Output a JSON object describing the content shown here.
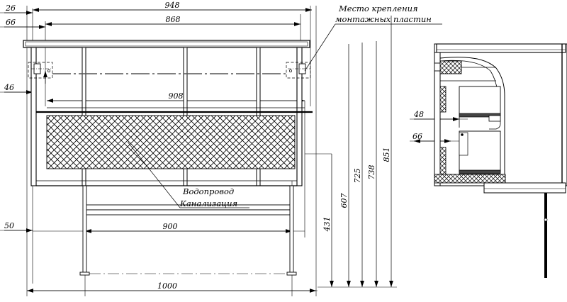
{
  "drawing": {
    "title": "Технический чертёж тумбы с раковиной",
    "units": "mm",
    "line_color": "#000000",
    "hatch_color": "#000000",
    "background": "#ffffff"
  },
  "annotations": {
    "mounting_plates": {
      "line1": "Место крепления",
      "line2": "монтажных пластин"
    },
    "plumbing": {
      "line1": "Водопровод",
      "line2": "Канализация"
    }
  },
  "dimensions": {
    "front_view": {
      "horizontal_top": [
        {
          "name": "overall-top-width",
          "value": "948"
        },
        {
          "name": "inner-top-width",
          "value": "868"
        }
      ],
      "horizontal_mid": [
        {
          "name": "mounting-span",
          "value": "908"
        }
      ],
      "horizontal_bottom": [
        {
          "name": "shelf-width",
          "value": "900"
        },
        {
          "name": "overall-width",
          "value": "1000"
        }
      ],
      "vertical_left": [
        {
          "name": "top-offset",
          "value": "26"
        },
        {
          "name": "countertop-offset",
          "value": "66"
        },
        {
          "name": "mounting-height-offset",
          "value": "46"
        },
        {
          "name": "leg-height",
          "value": "50"
        }
      ],
      "vertical_right": [
        {
          "name": "shelf-height",
          "value": "431"
        },
        {
          "name": "cabinet-bottom-height",
          "value": "607"
        },
        {
          "name": "cabinet-height",
          "value": "725"
        },
        {
          "name": "countertop-height",
          "value": "738"
        },
        {
          "name": "overall-height",
          "value": "851"
        }
      ]
    },
    "side_view": {
      "vertical_left": [
        {
          "name": "upper-drawer-offset",
          "value": "48"
        },
        {
          "name": "lower-drawer-offset",
          "value": "66"
        }
      ]
    }
  }
}
